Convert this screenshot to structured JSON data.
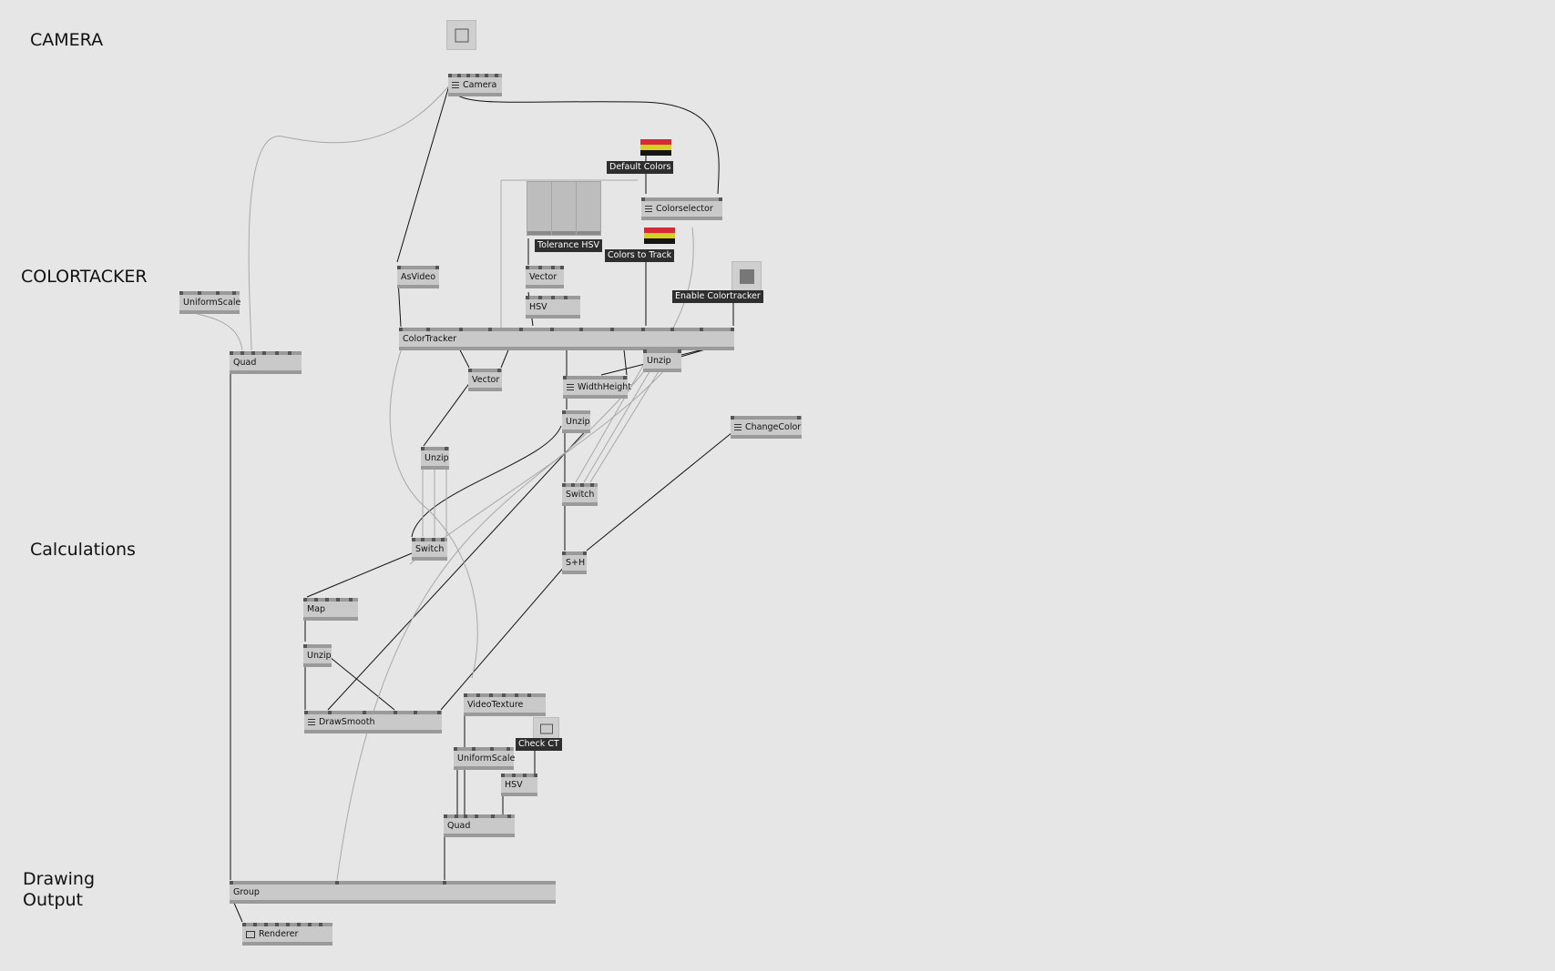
{
  "sections": {
    "camera": "CAMERA",
    "colortracker": "COLORTACKER",
    "calculations": "Calculations",
    "drawing_output": "Drawing\nOutput"
  },
  "nodes": {
    "camera": "Camera",
    "asvideo": "AsVideo",
    "colorselector": "Colorselector",
    "vector_hsv": "Vector",
    "hsv_top": "HSV",
    "uniformscale_left": "UniformScale",
    "quad_left": "Quad",
    "colortracker": "ColorTracker",
    "vector_mid": "Vector",
    "unzip_right": "Unzip",
    "widthheight": "WidthHeight",
    "unzip_mid": "Unzip",
    "changecolor": "ChangeColor",
    "unzip_left": "Unzip",
    "switch_right": "Switch",
    "switch_left": "Switch",
    "sh": "S+H",
    "map": "Map",
    "unzip_low": "Unzip",
    "drawsmooth": "DrawSmooth",
    "videotexture": "VideoTexture",
    "uniformscale_low": "UniformScale",
    "hsv_low": "HSV",
    "quad_low": "Quad",
    "group": "Group",
    "renderer": "Renderer"
  },
  "labels": {
    "default_colors": "Default Colors",
    "tolerance_hsv": "Tolerance HSV",
    "colors_to_track": "Colors to Track",
    "enable_colortracker": "Enable Colortracker",
    "check_ct": "Check CT"
  },
  "colors": {
    "background": "#e6e6e6",
    "node_fill": "#c9c9c9",
    "node_bar": "#9a9a9a",
    "label_bg": "#2e2e2e",
    "swatch_red": "#d42a3a",
    "swatch_yellow": "#d6d01e",
    "swatch_black": "#151515",
    "wire": "#111111",
    "wire_light": "#a8a8a8"
  },
  "toggles": {
    "camera_toggle": false,
    "enable_colortracker": true,
    "check_ct": false
  }
}
